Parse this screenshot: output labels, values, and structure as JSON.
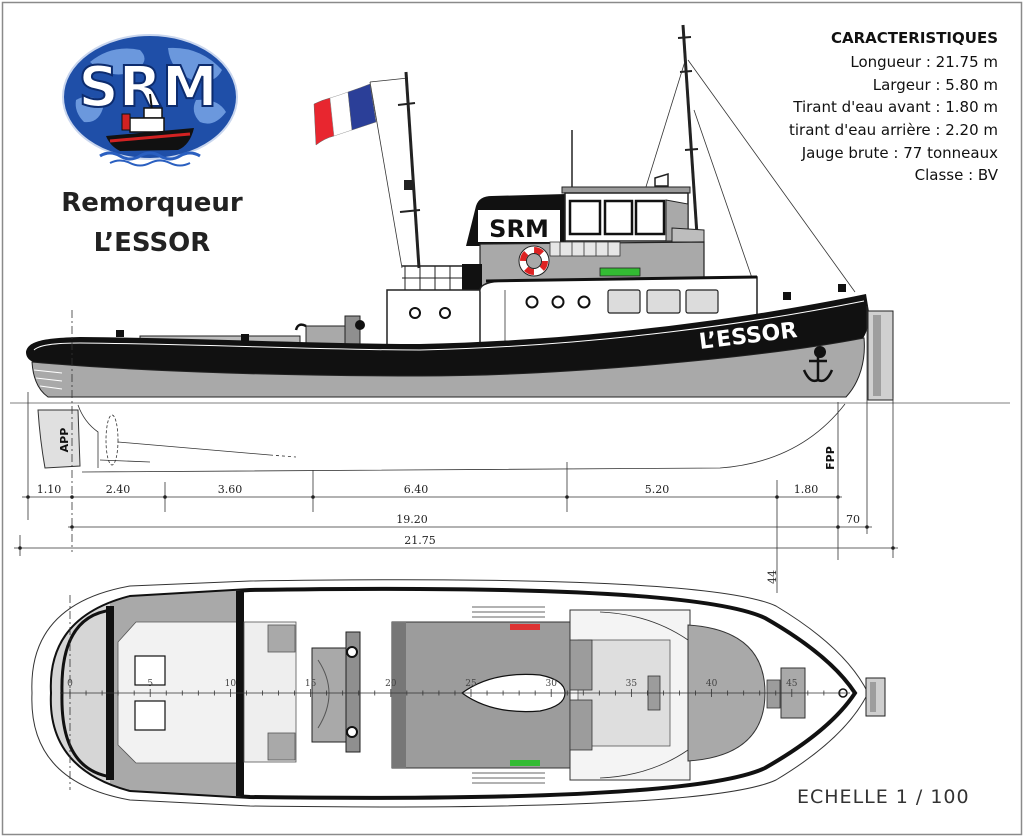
{
  "logo": {
    "text": "SRM"
  },
  "title": {
    "line1": "Remorqueur",
    "line2": "L’ESSOR"
  },
  "characteristics": {
    "heading": "CARACTERISTIQUES",
    "lines": [
      "Longueur : 21.75 m",
      "Largeur : 5.80 m",
      "Tirant d'eau avant : 1.80 m",
      "tirant d'eau arrière : 2.20 m",
      "Jauge brute : 77 tonneaux",
      "Classe : BV"
    ]
  },
  "side_view": {
    "funnel_text": "SRM",
    "hull_name": "L’ESSOR",
    "aft_marker": "APP",
    "fore_marker": "FPP",
    "dimensions": {
      "segments": [
        "1.10",
        "2.40",
        "3.60",
        "6.40",
        "5.20",
        "1.80"
      ],
      "between_perpendiculars": "19.20",
      "overhang": "70",
      "overall": "21.75",
      "vertical": "44"
    }
  },
  "plan_view": {
    "scale_labels": [
      "0",
      "5",
      "10",
      "15",
      "20",
      "25",
      "30",
      "35",
      "40",
      "45"
    ]
  },
  "scale": "ECHELLE 1 / 100",
  "colors": {
    "hull_black": "#111111",
    "hull_gray": "#a9a9a9",
    "logo_blue": "#1f4fa8",
    "flag_red": "#e8262f",
    "flag_blue": "#2b3f98",
    "light_green": "#33bb33",
    "light_red": "#dd3333"
  }
}
